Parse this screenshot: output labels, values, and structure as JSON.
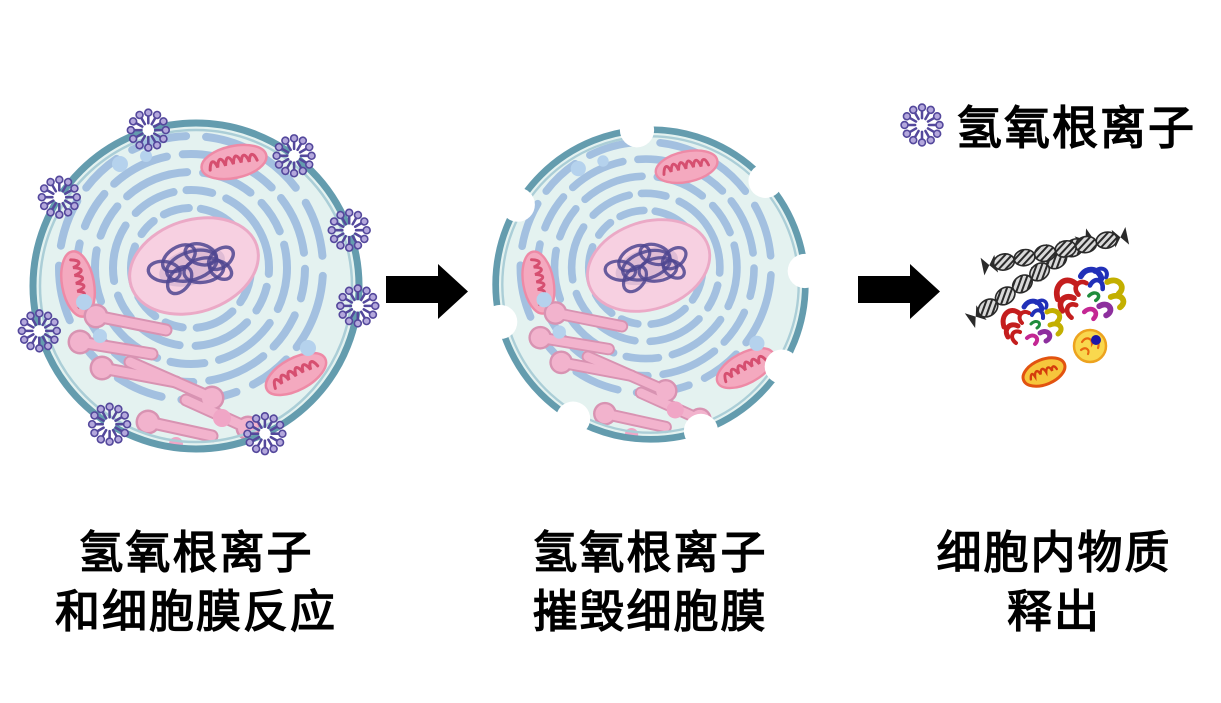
{
  "legend": {
    "label": "氢氧根离子"
  },
  "steps": [
    {
      "caption_line1": "氢氧根离子",
      "caption_line2": "和细胞膜反应"
    },
    {
      "caption_line1": "氢氧根离子",
      "caption_line2": "摧毁细胞膜"
    },
    {
      "caption_line1": "细胞内物质",
      "caption_line2": "释出"
    }
  ],
  "colors": {
    "background": "#ffffff",
    "text": "#000000",
    "arrow": "#000000",
    "membrane": "#649cae",
    "membrane_light": "#abced7",
    "cytoplasm": "#e4f2f0",
    "nucleus_fill": "#f7d0e1",
    "nucleus_stroke": "#eba9c6",
    "chromatin": "#4f4790",
    "er": "#a3c0e0",
    "mito_fill": "#f4a9bf",
    "mito_stroke": "#ee8aa6",
    "mito_cristae": "#d64f70",
    "golgi": "#f2b3cd",
    "golgi_stroke": "#d893b2",
    "vesicle_blue": "#b5d2ed",
    "vesicle_pink": "#f0a6c6",
    "ion": "#54489c",
    "ion_tip": "#b4a8dc",
    "dna": "#2a2a2a",
    "dna_hatch_bg": "#d9d9d9",
    "released_mito_fill": "#f6c63c",
    "released_mito_stroke": "#e25310",
    "released_mito_cristae": "#d43c0c",
    "lysosome_fill": "#f9d84e",
    "lysosome_stroke": "#eda31f",
    "lysosome_squiggle": "#e8680f",
    "lysosome_dot": "#1c16a8",
    "protein_red": "#c41e1e",
    "protein_blue": "#2130b8",
    "protein_yellow": "#c3af00",
    "protein_purple": "#8d2f9e",
    "protein_green": "#1f8c3c",
    "protein_magenta": "#c42793"
  }
}
